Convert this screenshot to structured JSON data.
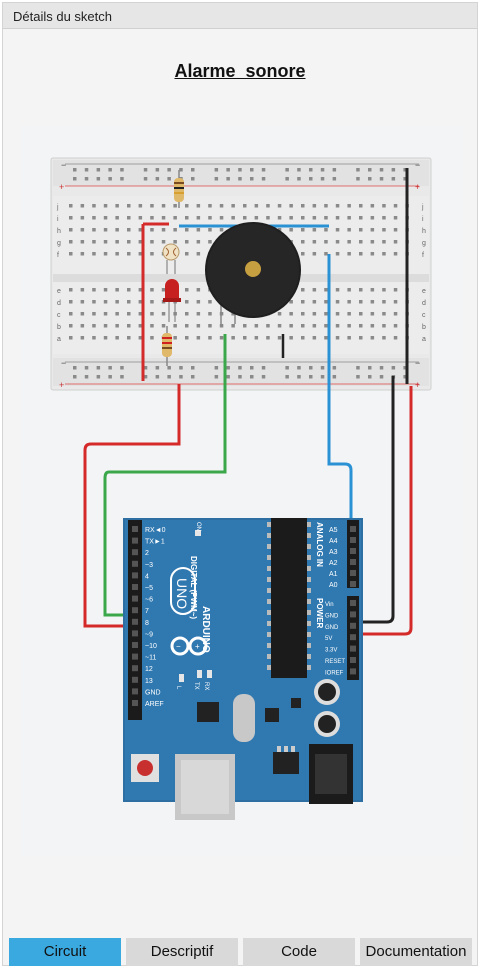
{
  "panel": {
    "header": "Détails du sketch"
  },
  "sketch": {
    "title": "Alarme  sonore"
  },
  "breadboard": {
    "rows_top": [
      "j",
      "i",
      "h",
      "g",
      "f"
    ],
    "rows_bottom": [
      "e",
      "d",
      "c",
      "b",
      "a"
    ],
    "rail_minus": "−",
    "rail_plus": "+"
  },
  "arduino": {
    "brand": "ARDUINO",
    "model": "UNO",
    "digital_label": "DIGITAL (PWM~)",
    "analog_label": "ANALOG IN",
    "power_label": "POWER",
    "pins_digital": [
      "RX◄0",
      "TX►1",
      "2",
      "~3",
      "4",
      "~5",
      "~6",
      "7",
      "8",
      "~9",
      "~10",
      "~11",
      "12",
      "13",
      "GND",
      "AREF"
    ],
    "pins_analog": [
      "A5",
      "A4",
      "A3",
      "A2",
      "A1",
      "A0"
    ],
    "pins_power": [
      "Vin",
      "GND",
      "GND",
      "5V",
      "3.3V",
      "RESET",
      "IOREF"
    ],
    "led_labels": [
      "L",
      "TX",
      "RX"
    ],
    "on_label": "ON"
  },
  "colors": {
    "accent": "#3aa9e0",
    "wire_red": "#d42a2a",
    "wire_green": "#3aa84a",
    "wire_blue": "#2a92d4",
    "wire_black": "#222222",
    "board_blue": "#2d6ea3"
  },
  "tabs": [
    {
      "label": "Circuit",
      "active": true
    },
    {
      "label": "Descriptif",
      "active": false
    },
    {
      "label": "Code",
      "active": false
    },
    {
      "label": "Documentation",
      "active": false
    }
  ]
}
